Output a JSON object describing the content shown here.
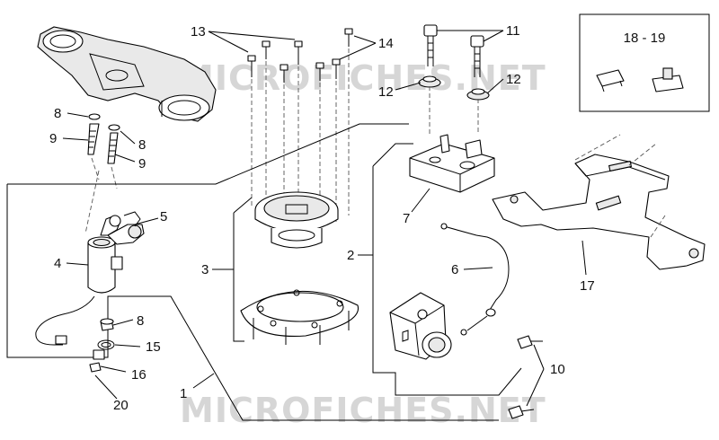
{
  "callouts": {
    "c1": "1",
    "c2": "2",
    "c3": "3",
    "c4": "4",
    "c5": "5",
    "c6": "6",
    "c7": "7",
    "c8a": "8",
    "c8b": "8",
    "c8c": "8",
    "c9a": "9",
    "c9b": "9",
    "c10": "10",
    "c11": "11",
    "c12a": "12",
    "c12b": "12",
    "c13": "13",
    "c14": "14",
    "c15": "15",
    "c16": "16",
    "c17": "17",
    "c20": "20"
  },
  "inset": {
    "title": "18 - 19"
  },
  "watermark": {
    "top": "MICROFICHES.NET",
    "bottom": "MICROFICHES.NET"
  }
}
